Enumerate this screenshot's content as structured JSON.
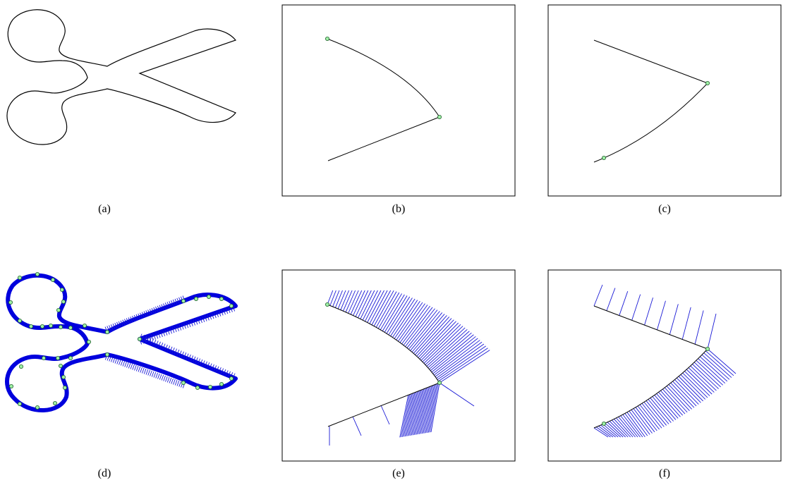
{
  "captions": {
    "a": "(a)",
    "b": "(b)",
    "c": "(c)",
    "d": "(d)",
    "e": "(e)",
    "f": "(f)"
  },
  "colors": {
    "outline": "#000000",
    "thick_stroke": "#0000dd",
    "hatch": "#1a1ad6",
    "point_fill": "#9ff0a6",
    "point_stroke": "#1f5f2a"
  }
}
